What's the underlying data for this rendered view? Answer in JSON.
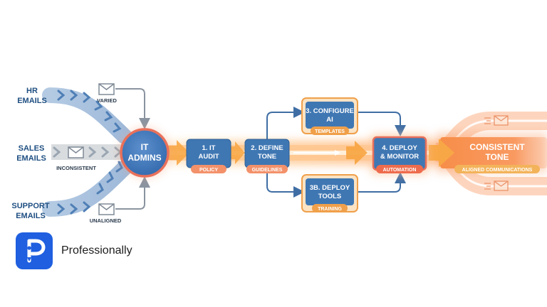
{
  "sources": {
    "hr": [
      "HR",
      "EMAILS"
    ],
    "sales": [
      "SALES",
      "EMAILS"
    ],
    "support": [
      "SUPPORT",
      "EMAILS"
    ]
  },
  "tags": {
    "varied": "VARIED",
    "inconsistent": "INCONSISTENT",
    "unaligned": "UNALIGNED"
  },
  "hub": [
    "IT",
    "ADMINS"
  ],
  "steps": {
    "audit": {
      "title": [
        "1. IT",
        "AUDIT"
      ],
      "tag": "POLICY"
    },
    "tone": {
      "title": [
        "2. DEFINE",
        "TONE"
      ],
      "tag": "GUIDELINES"
    },
    "configure": {
      "title": [
        "3. CONFIGURE",
        "AI"
      ],
      "tag": "TEMPLATES"
    },
    "tools": {
      "title": [
        "3B. DEPLOY",
        "TOOLS"
      ],
      "tag": "TRAINING"
    },
    "deploy": {
      "title": [
        "4. DEPLOY",
        "& MONITOR"
      ],
      "tag": "AUTOMATION"
    }
  },
  "result": {
    "title": [
      "CONSISTENT",
      "TONE"
    ],
    "tag": "ALIGNED COMMUNICATIONS"
  },
  "brand": {
    "name": "Professionally",
    "icon": "p-pen-logo-icon"
  },
  "colors": {
    "blue_text": "#1f4f82",
    "box_blue": "#3f77b3",
    "box_border": "#f0a04a",
    "orange": "#f58a4c",
    "hub_ring": "#e9705a",
    "brand_blue": "#1f5fe0"
  }
}
